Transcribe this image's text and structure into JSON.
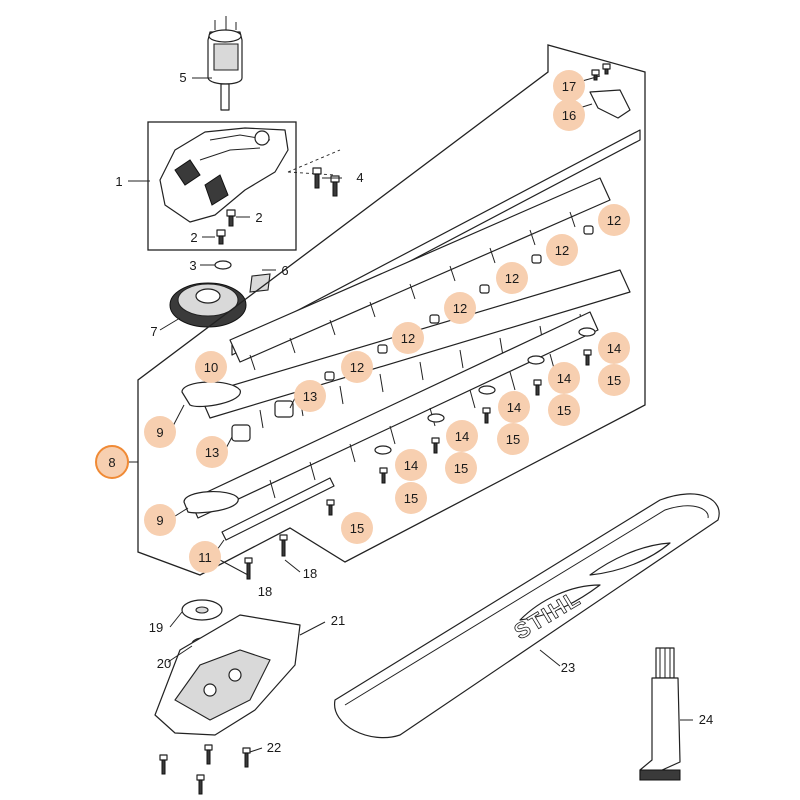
{
  "callouts": [
    {
      "id": "c-5",
      "text": "5",
      "style": "plain"
    },
    {
      "id": "c-1",
      "text": "1",
      "style": "plain"
    },
    {
      "id": "c-4",
      "text": "4",
      "style": "plain"
    },
    {
      "id": "c-2a",
      "text": "2",
      "style": "plain"
    },
    {
      "id": "c-2b",
      "text": "2",
      "style": "plain"
    },
    {
      "id": "c-3",
      "text": "3",
      "style": "plain"
    },
    {
      "id": "c-6",
      "text": "6",
      "style": "plain"
    },
    {
      "id": "c-7",
      "text": "7",
      "style": "plain"
    },
    {
      "id": "c-8",
      "text": "8",
      "style": "selected"
    },
    {
      "id": "c-9a",
      "text": "9",
      "style": "highlighted"
    },
    {
      "id": "c-9b",
      "text": "9",
      "style": "highlighted"
    },
    {
      "id": "c-10",
      "text": "10",
      "style": "highlighted"
    },
    {
      "id": "c-11",
      "text": "11",
      "style": "highlighted"
    },
    {
      "id": "c-12a",
      "text": "12",
      "style": "highlighted"
    },
    {
      "id": "c-12b",
      "text": "12",
      "style": "highlighted"
    },
    {
      "id": "c-12c",
      "text": "12",
      "style": "highlighted"
    },
    {
      "id": "c-12d",
      "text": "12",
      "style": "highlighted"
    },
    {
      "id": "c-12e",
      "text": "12",
      "style": "highlighted"
    },
    {
      "id": "c-12f",
      "text": "12",
      "style": "highlighted"
    },
    {
      "id": "c-13a",
      "text": "13",
      "style": "highlighted"
    },
    {
      "id": "c-13b",
      "text": "13",
      "style": "highlighted"
    },
    {
      "id": "c-14a",
      "text": "14",
      "style": "highlighted"
    },
    {
      "id": "c-14b",
      "text": "14",
      "style": "highlighted"
    },
    {
      "id": "c-14c",
      "text": "14",
      "style": "highlighted"
    },
    {
      "id": "c-14d",
      "text": "14",
      "style": "highlighted"
    },
    {
      "id": "c-14e",
      "text": "14",
      "style": "highlighted"
    },
    {
      "id": "c-15a",
      "text": "15",
      "style": "highlighted"
    },
    {
      "id": "c-15b",
      "text": "15",
      "style": "highlighted"
    },
    {
      "id": "c-15c",
      "text": "15",
      "style": "highlighted"
    },
    {
      "id": "c-15d",
      "text": "15",
      "style": "highlighted"
    },
    {
      "id": "c-15e",
      "text": "15",
      "style": "highlighted"
    },
    {
      "id": "c-15f",
      "text": "15",
      "style": "highlighted"
    },
    {
      "id": "c-16",
      "text": "16",
      "style": "highlighted"
    },
    {
      "id": "c-17",
      "text": "17",
      "style": "highlighted"
    },
    {
      "id": "c-18a",
      "text": "18",
      "style": "plain"
    },
    {
      "id": "c-18b",
      "text": "18",
      "style": "plain"
    },
    {
      "id": "c-19",
      "text": "19",
      "style": "plain"
    },
    {
      "id": "c-20",
      "text": "20",
      "style": "plain"
    },
    {
      "id": "c-21",
      "text": "21",
      "style": "plain"
    },
    {
      "id": "c-22",
      "text": "22",
      "style": "plain"
    },
    {
      "id": "c-23",
      "text": "23",
      "style": "plain"
    },
    {
      "id": "c-24",
      "text": "24",
      "style": "plain"
    }
  ],
  "brand": {
    "logo_text": "STIHL"
  },
  "colors": {
    "highlight_fill": "#f7cfb0",
    "selected_stroke": "#f08a35",
    "line": "#222222"
  }
}
